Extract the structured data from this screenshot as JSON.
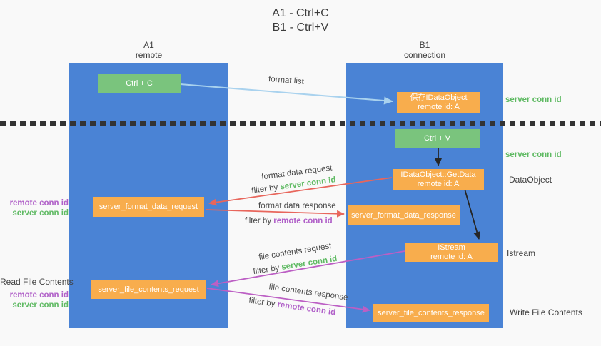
{
  "title": {
    "line1": "A1 - Ctrl+C",
    "line2": "B1 - Ctrl+V"
  },
  "lanes": {
    "left": {
      "id": "A1",
      "name": "remote"
    },
    "right": {
      "id": "B1",
      "name": "connection"
    }
  },
  "nodes": {
    "ctrl_c": {
      "label": "Ctrl + C"
    },
    "save_idataobject": {
      "line1": "保存IDataObject",
      "line2": "remote id: A"
    },
    "ctrl_v": {
      "label": "Ctrl + V"
    },
    "idataobject_getdata": {
      "line1": "IDataObject::GetData",
      "line2": "remote id: A"
    },
    "server_format_data_request": {
      "label": "server_format_data_request"
    },
    "server_format_data_response": {
      "label": "server_format_data_response"
    },
    "istream": {
      "line1": "IStream",
      "line2": "remote id: A"
    },
    "server_file_contents_request": {
      "label": "server_file_contents_request"
    },
    "server_file_contents_response": {
      "label": "server_file_contents_response"
    }
  },
  "edge_labels": {
    "format_list": "format list",
    "format_data_request": "format data request",
    "format_data_response": "format data response",
    "file_contents_request": "file contents request",
    "file_contents_response": "file contents response",
    "filter_by": "filter by",
    "server_conn_id": "server conn id",
    "remote_conn_id": "remote conn id"
  },
  "annotations": {
    "right_server_conn_id_top": "server conn id",
    "right_server_conn_id_mid": "server conn id",
    "right_dataobject": "DataObject",
    "right_istream": "Istream",
    "right_write_file_contents": "Write File Contents",
    "left_remote_conn_id_top": "remote conn id",
    "left_server_conn_id_top": "server conn id",
    "left_read_file_contents": "Read File Contents",
    "left_remote_conn_id_bottom": "remote conn id",
    "left_server_conn_id_bottom": "server conn id"
  },
  "colors": {
    "lane_blue": "#4a83d5",
    "box_orange": "#f8ad4d",
    "box_green": "#7ac47d",
    "arrow_light_blue": "#a9d2ee",
    "arrow_red": "#e8665c",
    "arrow_magenta": "#bc5fc4",
    "arrow_black": "#262626",
    "text_green": "#5fba63",
    "text_purple": "#b05fc8"
  }
}
